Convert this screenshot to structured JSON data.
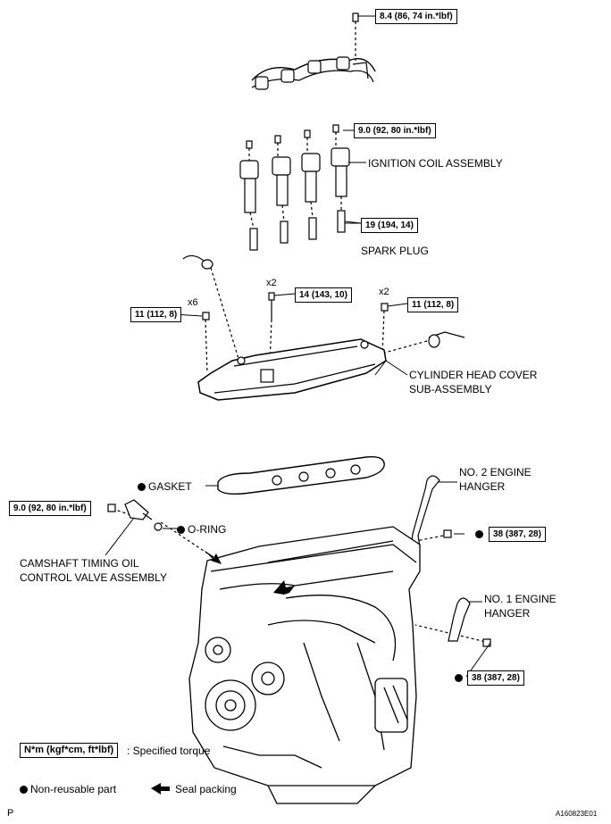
{
  "torques": {
    "harness": "8.4 (86, 74 in.*lbf)",
    "coil": "9.0 (92, 80 in.*lbf)",
    "plug": "19 (194, 14)",
    "center_bolt": "14 (143, 10)",
    "left_bolts": "11 (112, 8)",
    "right_nuts": "11 (112, 8)",
    "ocv": "9.0 (92, 80 in.*lbf)",
    "hanger2": "38 (387, 28)",
    "hanger1": "38 (387, 28)"
  },
  "quantities": {
    "x6": "x6",
    "x2_center": "x2",
    "x2_right": "x2"
  },
  "parts": {
    "ignition_coil": "IGNITION COIL ASSEMBLY",
    "spark_plug": "SPARK PLUG",
    "cover_line1": "CYLINDER HEAD COVER",
    "cover_line2": "SUB-ASSEMBLY",
    "gasket": "GASKET",
    "o_ring": "O-RING",
    "ocv_line1": "CAMSHAFT TIMING OIL",
    "ocv_line2": "CONTROL VALVE ASSEMBLY",
    "hanger2_line1": "NO. 2 ENGINE",
    "hanger2_line2": "HANGER",
    "hanger1_line1": "NO. 1 ENGINE",
    "hanger1_line2": "HANGER"
  },
  "legend": {
    "torque_units": "N*m (kgf*cm, ft*lbf)",
    "torque_desc": ": Specified torque",
    "non_reusable": "Non-reusable part",
    "seal_packing": "Seal packing"
  },
  "footer": {
    "page_letter": "P",
    "figure_id": "A160823E01"
  }
}
